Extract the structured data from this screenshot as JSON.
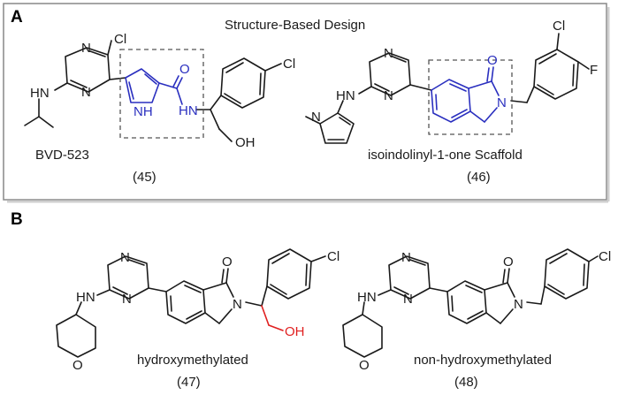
{
  "panel_a": {
    "label": "A",
    "title": "Structure-Based Design",
    "compound_45": {
      "name": "BVD-523",
      "number": "(45)",
      "atoms": {
        "cl": "Cl",
        "n_top": "N",
        "n_bottom": "N",
        "hn": "HN",
        "nh": "NH",
        "hn_amide": "HN",
        "o": "O",
        "oh": "OH",
        "cl_aryl": "Cl"
      }
    },
    "compound_46": {
      "name": "isoindolinyl-1-one Scaffold",
      "number": "(46)",
      "atoms": {
        "n_top": "N",
        "n_bottom": "N",
        "hn": "HN",
        "n_pyrrole": "N",
        "o": "O",
        "n_lactam": "N",
        "cl": "Cl",
        "f": "F"
      }
    }
  },
  "panel_b": {
    "label": "B",
    "compound_47": {
      "name": "hydroxymethylated",
      "number": "(47)",
      "atoms": {
        "n_top": "N",
        "n_bottom": "N",
        "hn": "HN",
        "o_ring": "O",
        "o": "O",
        "n_lactam": "N",
        "oh": "OH",
        "cl": "Cl"
      }
    },
    "compound_48": {
      "name": "non-hydroxymethylated",
      "number": "(48)",
      "atoms": {
        "n_top": "N",
        "n_bottom": "N",
        "hn": "HN",
        "o_ring": "O",
        "o": "O",
        "n_lactam": "N",
        "cl": "Cl"
      }
    }
  },
  "colors": {
    "highlight_blue": "#2a2fbf",
    "highlight_red": "#e02020",
    "panel_border": "#888888"
  }
}
